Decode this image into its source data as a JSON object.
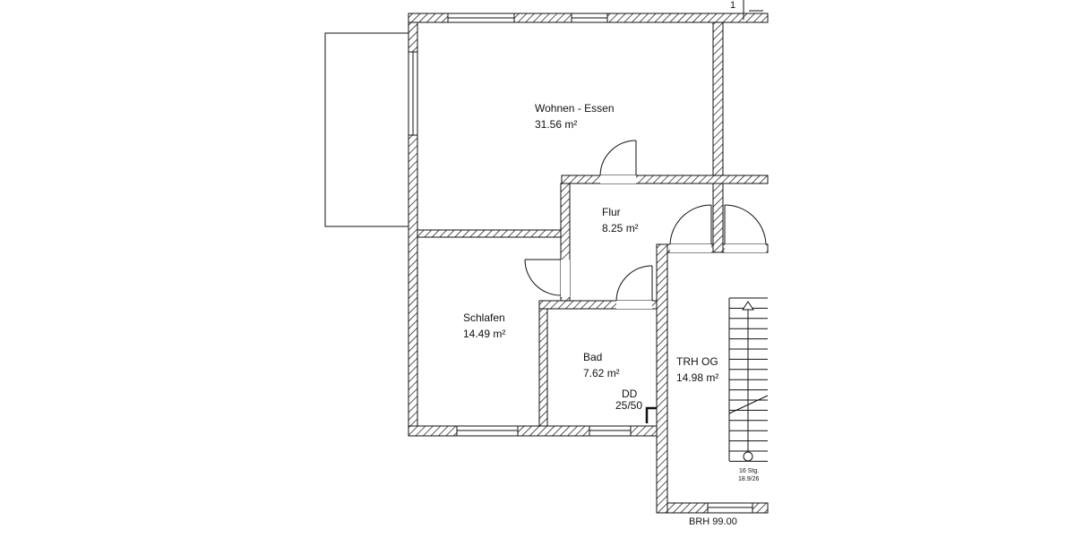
{
  "rooms": [
    {
      "name": "Wohnen - Essen",
      "area": "31.56 m²"
    },
    {
      "name": "Flur",
      "area": "8.25 m²"
    },
    {
      "name": "Schlafen",
      "area": "14.49 m²"
    },
    {
      "name": "Bad",
      "area": "7.62 m²"
    },
    {
      "name": "TRH OG",
      "area": "14.98 m²"
    }
  ],
  "annotations": {
    "duct_name": "DD",
    "duct_size": "25/50",
    "stairs_steps": "16 Stg.",
    "stairs_ratio": "18.9/26",
    "parapet": "BRH 99.00",
    "top_mark": "1"
  },
  "colors": {
    "line": "#111111",
    "background": "#ffffff"
  }
}
